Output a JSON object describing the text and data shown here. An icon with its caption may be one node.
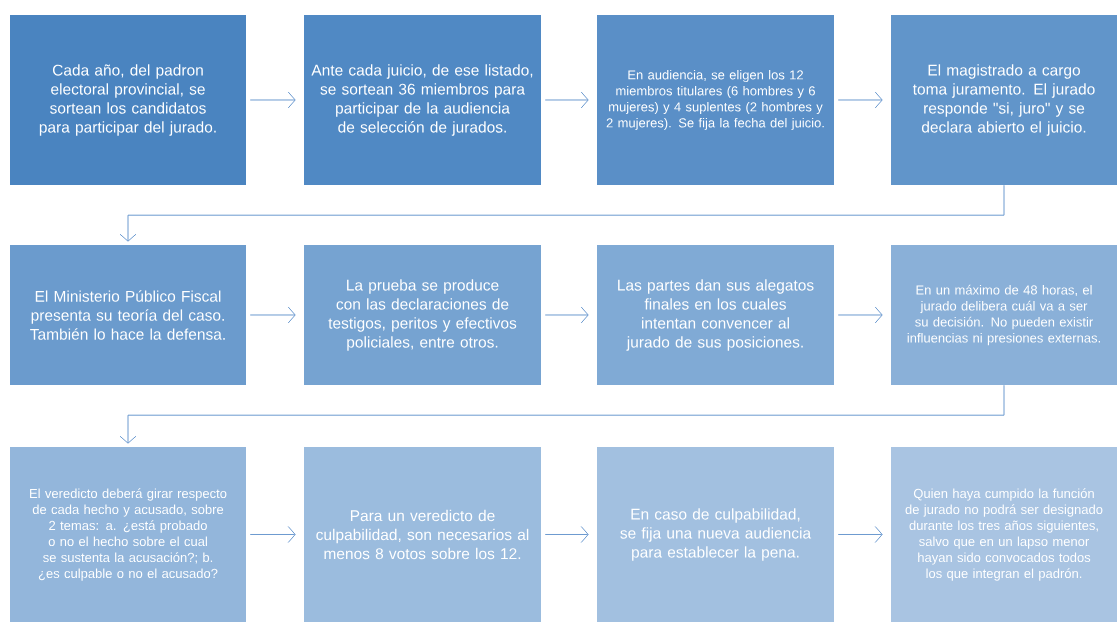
{
  "diagram": {
    "nodes": [
      {
        "text": [
          "Cada año, del padron electoral provincial, se sortean los candidatos para participar del jurado."
        ]
      },
      {
        "text": [
          "Ante cada juicio, de ese listado, se sortean 36 miembros para participar de la audiencia de selección de jurados."
        ]
      },
      {
        "text": [
          "En audiencia, se eligen los 12 miembros titulares (6 hombres y 6 mujeres) y 4 suplentes (2 hombres y 2 mujeres). Se fija la fecha del juicio."
        ]
      },
      {
        "text": [
          "El magistrado a cargo toma juramento. El jurado responde \"si, juro\" y se declara abierto el juicio."
        ]
      },
      {
        "text": [
          "El Ministerio Público Fiscal presenta su teoría del caso. También lo hace la defensa."
        ]
      },
      {
        "text": [
          "La prueba se produce con las declaraciones de testigos, peritos y efectivos policiales, entre otros."
        ]
      },
      {
        "text": [
          "Las partes dan sus alegatos finales en los cuales intentan convencer al jurado de sus posiciones."
        ]
      },
      {
        "text": [
          "En un máximo de 48 horas, el jurado delibera cuál va a ser su decisión. No pueden existir influencias ni presiones externas."
        ]
      },
      {
        "text": [
          "El veredicto deberá girar respecto de cada hecho y acusado, sobre 2 temas: a. ¿está probado o no el hecho sobre el cual se sustenta la acusación?; b. ¿es culpable o no el acusado?"
        ]
      },
      {
        "text": [
          "Para un veredicto de culpabilidad, son necesarios al menos 8 votos sobre los 12."
        ]
      },
      {
        "text": [
          "En caso de culpabilidad, se fija una nueva audiencia para establecer la pena."
        ]
      },
      {
        "text": [
          "Quien haya cumpido la función de jurado no podrá ser designado durante los tres años siguientes, salvo que en un lapso menor hayan sido convocados todos los que integran el padrón."
        ]
      }
    ],
    "edges": [
      {
        "from": 0,
        "to": 1,
        "arrow": "to"
      },
      {
        "from": 1,
        "to": 2,
        "arrow": "to"
      },
      {
        "from": 2,
        "to": 3,
        "arrow": "to"
      },
      {
        "from": 3,
        "to": 4,
        "arrow": "to"
      },
      {
        "from": 4,
        "to": 5,
        "arrow": "to"
      },
      {
        "from": 5,
        "to": 6,
        "arrow": "to"
      },
      {
        "from": 6,
        "to": 7,
        "arrow": "to"
      },
      {
        "from": 7,
        "to": 8,
        "arrow": "to"
      },
      {
        "from": 8,
        "to": 9,
        "arrow": "to"
      },
      {
        "from": 9,
        "to": 10,
        "arrow": "to"
      },
      {
        "from": 10,
        "to": 11,
        "arrow": "to"
      }
    ]
  }
}
